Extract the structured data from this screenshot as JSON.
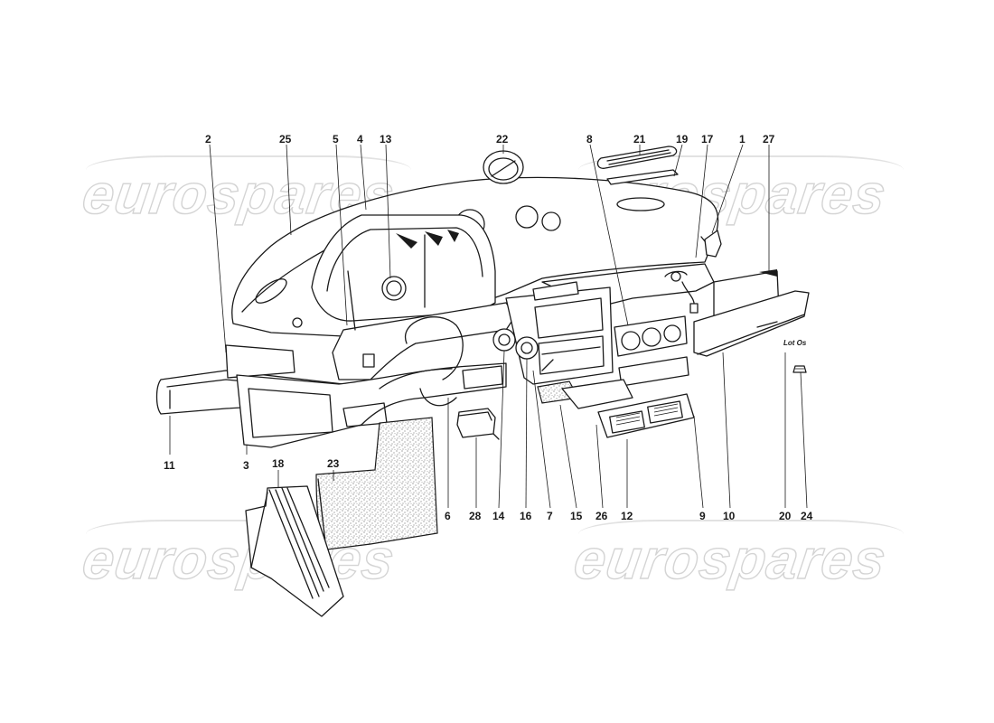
{
  "watermark": {
    "text": "eurospares"
  },
  "callouts": [
    {
      "id": "c2",
      "label": "2"
    },
    {
      "id": "c25",
      "label": "25"
    },
    {
      "id": "c5",
      "label": "5"
    },
    {
      "id": "c4",
      "label": "4"
    },
    {
      "id": "c13",
      "label": "13"
    },
    {
      "id": "c22",
      "label": "22"
    },
    {
      "id": "c8",
      "label": "8"
    },
    {
      "id": "c21",
      "label": "21"
    },
    {
      "id": "c19",
      "label": "19"
    },
    {
      "id": "c17",
      "label": "17"
    },
    {
      "id": "c1",
      "label": "1"
    },
    {
      "id": "c27",
      "label": "27"
    },
    {
      "id": "c11",
      "label": "11"
    },
    {
      "id": "c3",
      "label": "3"
    },
    {
      "id": "c18",
      "label": "18"
    },
    {
      "id": "c23",
      "label": "23"
    },
    {
      "id": "c6",
      "label": "6"
    },
    {
      "id": "c28",
      "label": "28"
    },
    {
      "id": "c14",
      "label": "14"
    },
    {
      "id": "c16",
      "label": "16"
    },
    {
      "id": "c7",
      "label": "7"
    },
    {
      "id": "c15",
      "label": "15"
    },
    {
      "id": "c26",
      "label": "26"
    },
    {
      "id": "c12",
      "label": "12"
    },
    {
      "id": "c9",
      "label": "9"
    },
    {
      "id": "c10",
      "label": "10"
    },
    {
      "id": "c20",
      "label": "20"
    },
    {
      "id": "c24",
      "label": "24"
    }
  ]
}
